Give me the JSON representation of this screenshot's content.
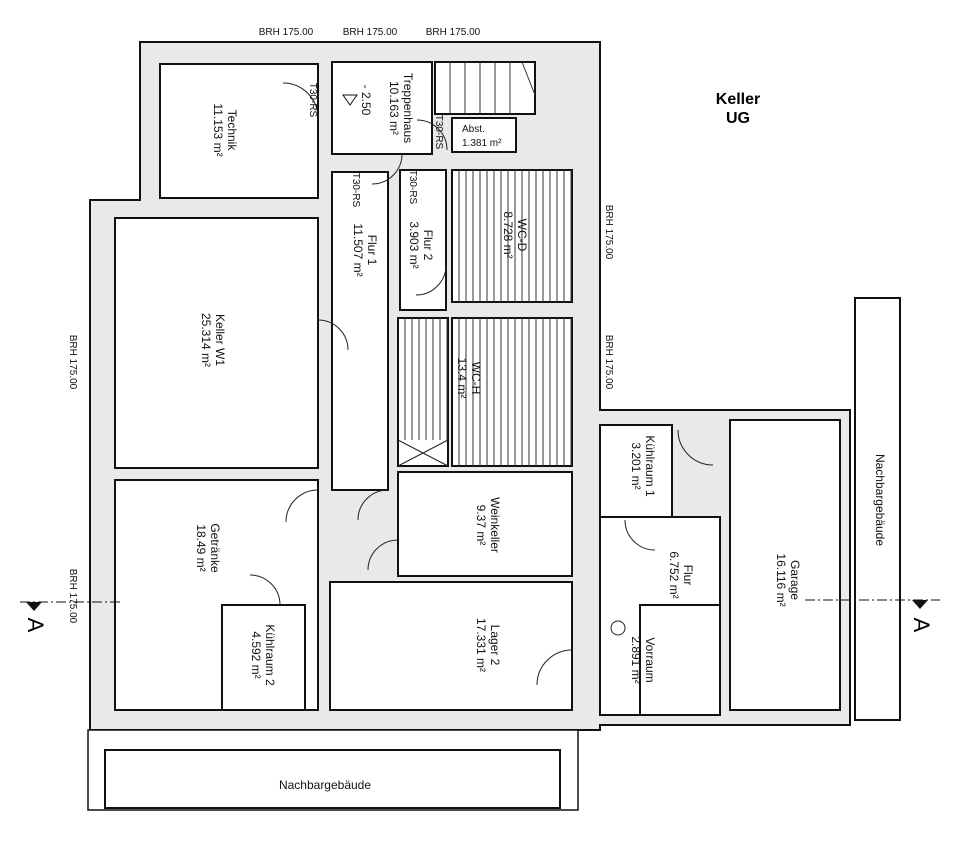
{
  "title": {
    "line1": "Keller",
    "line2": "UG"
  },
  "brh": "BRH 175.00",
  "door_rating": "T30-RS",
  "level_marker": "- 2.50",
  "section_label": "A",
  "rooms": {
    "technik": {
      "name": "Technik",
      "area": "11.153 m²"
    },
    "treppenhaus": {
      "name": "Treppenhaus",
      "area": "10.163 m²"
    },
    "abst": {
      "name": "Abst.",
      "area": "1.381 m²"
    },
    "keller_w1": {
      "name": "Keller W1",
      "area": "25.314 m²"
    },
    "flur1": {
      "name": "Flur 1",
      "area": "11.507 m²"
    },
    "flur2": {
      "name": "Flur 2",
      "area": "3.903 m²"
    },
    "wc_d": {
      "name": "WC-D",
      "area": "8.728 m²"
    },
    "wc_h": {
      "name": "WC-H",
      "area": "13.4 m²"
    },
    "getraenke": {
      "name": "Getränke",
      "area": "18.49 m²"
    },
    "kuehlraum2": {
      "name": "Kühlraum 2",
      "area": "4.592 m²"
    },
    "weinkeller": {
      "name": "Weinkeller",
      "area": "9.37 m²"
    },
    "lager2": {
      "name": "Lager 2",
      "area": "17.331 m²"
    },
    "kuehlraum1": {
      "name": "Kühlraum 1",
      "area": "3.201 m²"
    },
    "flur": {
      "name": "Flur",
      "area": "6.752 m²"
    },
    "vorraum": {
      "name": "Vorraum",
      "area": "2.891 m²"
    },
    "garage": {
      "name": "Garage",
      "area": "16.116 m²"
    }
  },
  "neighbors": {
    "bottom": "Nachbargebäude",
    "right": "Nachbargebäude"
  }
}
